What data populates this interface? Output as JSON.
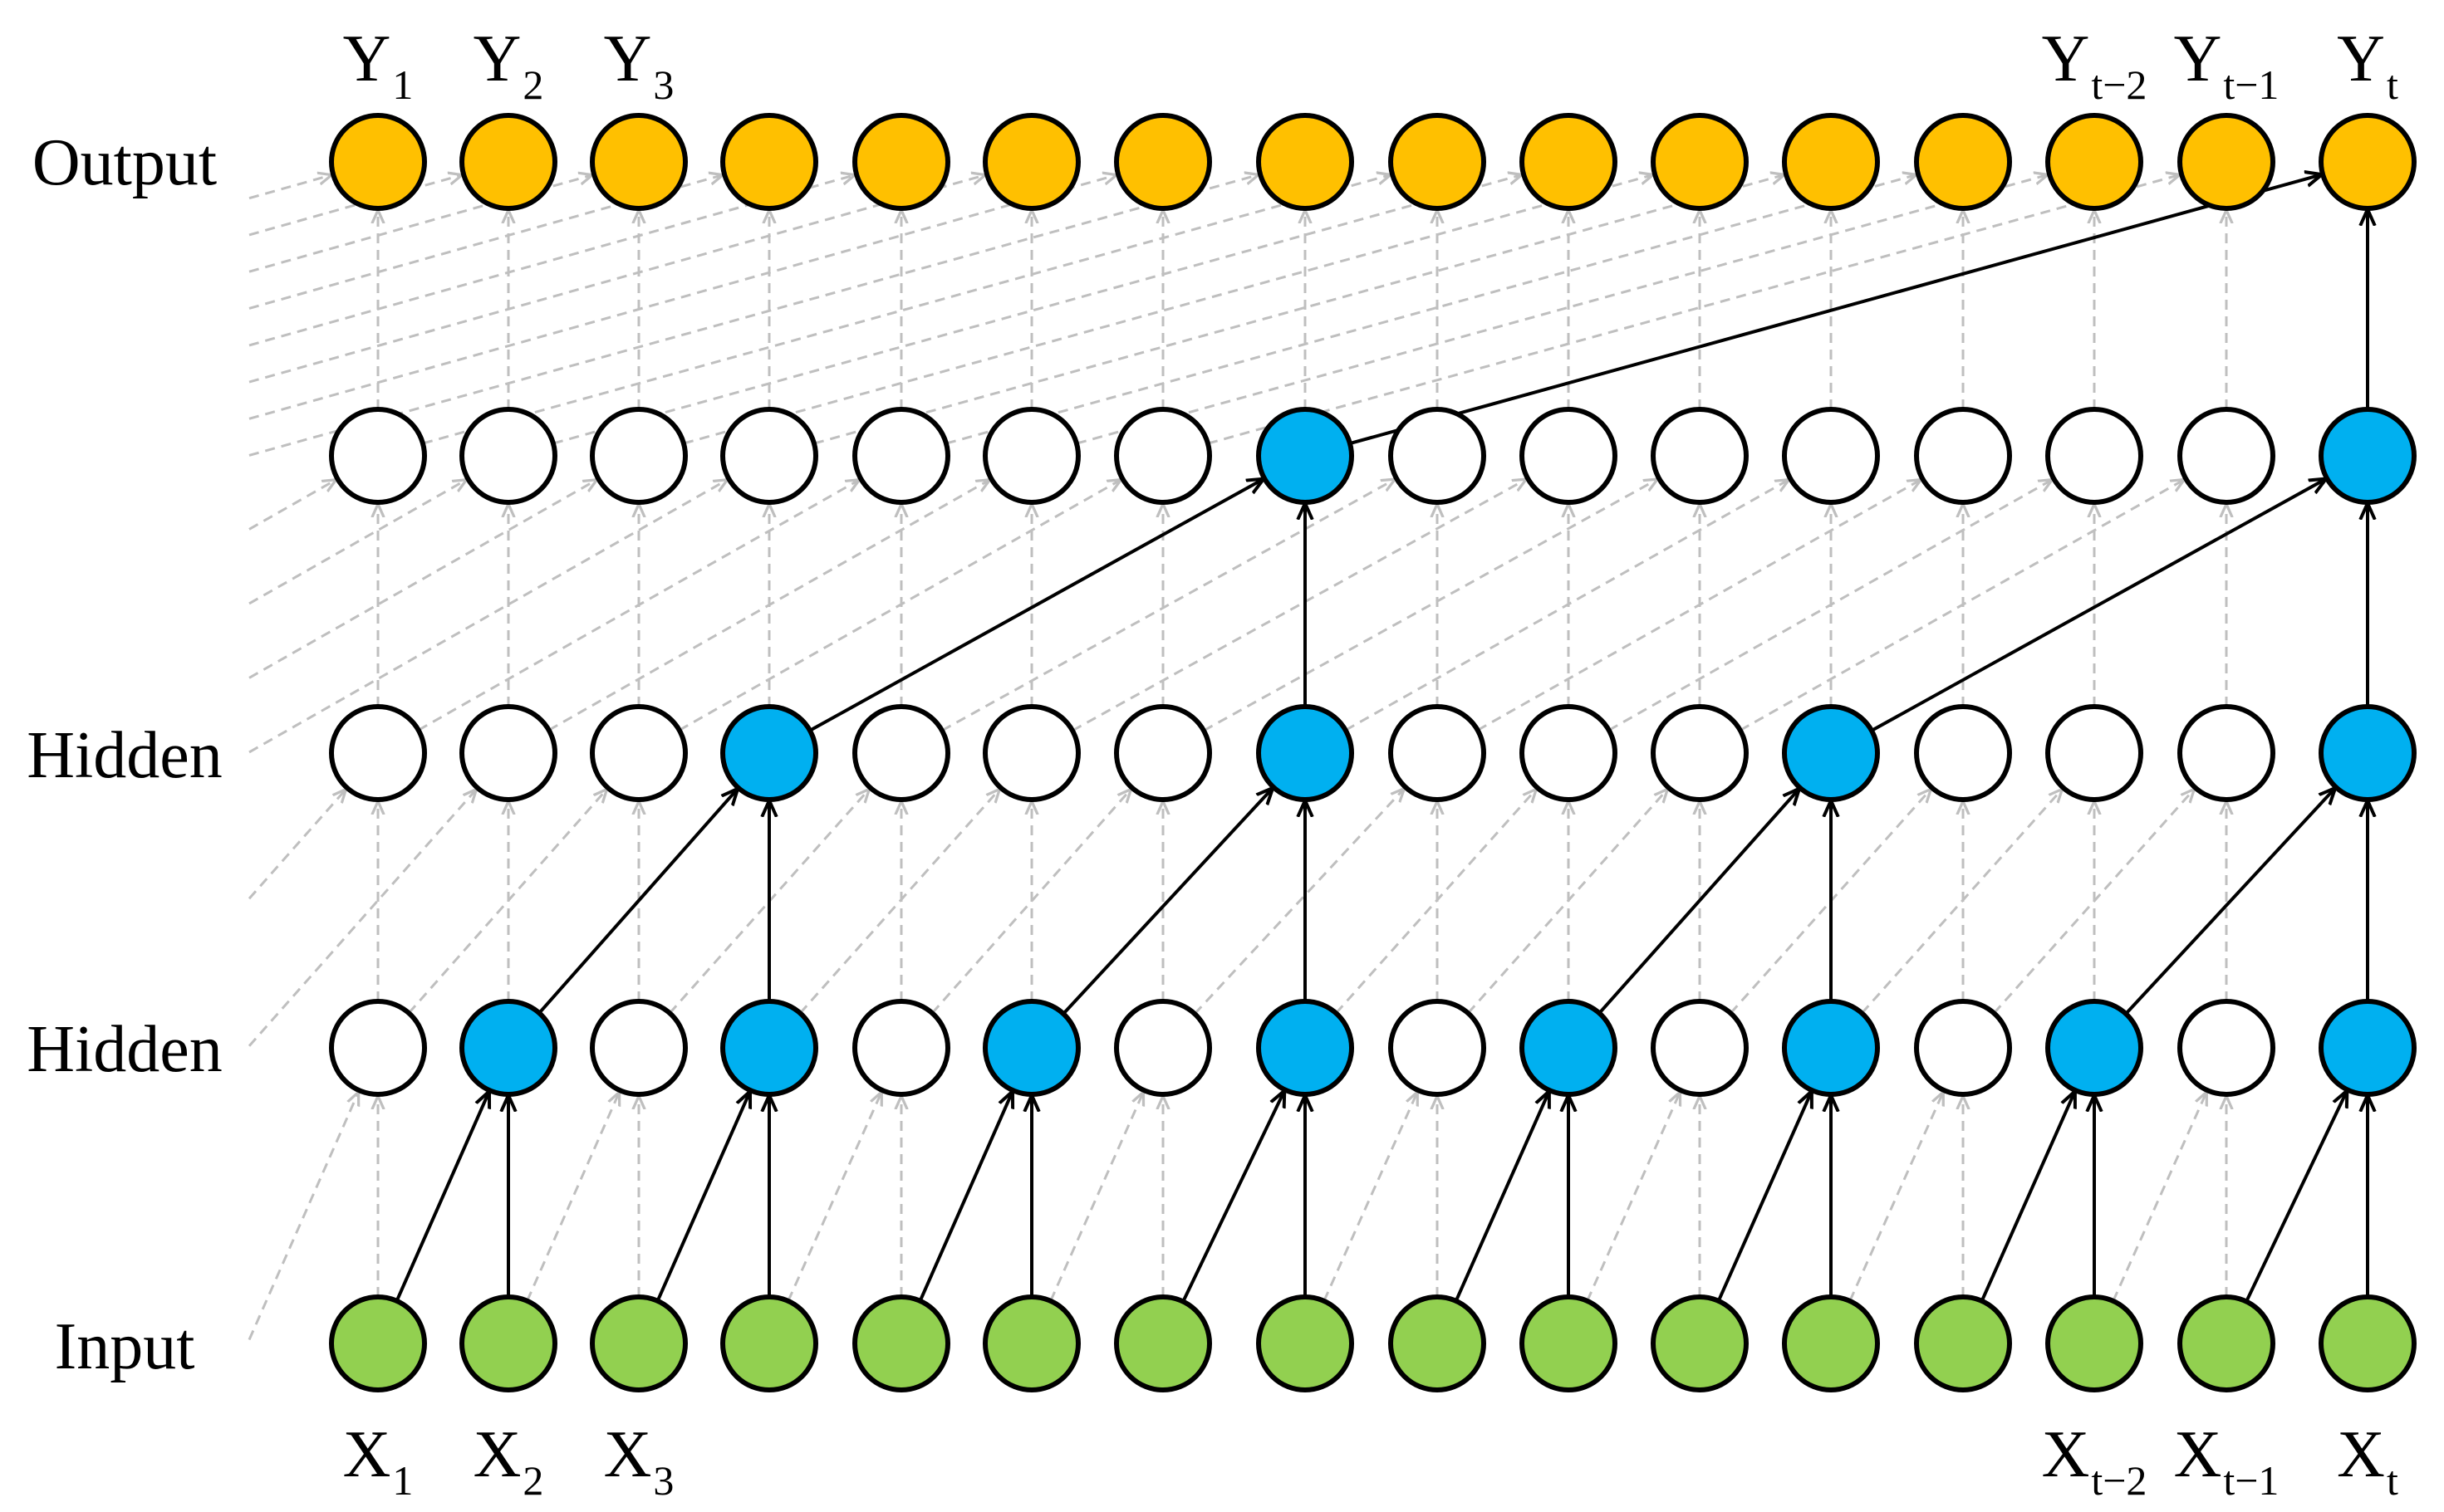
{
  "row_labels": {
    "output": "Output",
    "hidden_top": "Hidden",
    "hidden_bottom": "Hidden",
    "input": "Input"
  },
  "output_labels": [
    {
      "index": 0,
      "base": "Y",
      "sub": "1"
    },
    {
      "index": 1,
      "base": "Y",
      "sub": "2"
    },
    {
      "index": 2,
      "base": "Y",
      "sub": "3"
    },
    {
      "index": 13,
      "base": "Y",
      "sub": "t−2"
    },
    {
      "index": 14,
      "base": "Y",
      "sub": "t−1"
    },
    {
      "index": 15,
      "base": "Y",
      "sub": "t"
    }
  ],
  "input_labels": [
    {
      "index": 0,
      "base": "X",
      "sub": "1"
    },
    {
      "index": 1,
      "base": "X",
      "sub": "2"
    },
    {
      "index": 2,
      "base": "X",
      "sub": "3"
    },
    {
      "index": 13,
      "base": "X",
      "sub": "t−2"
    },
    {
      "index": 14,
      "base": "X",
      "sub": "t−1"
    },
    {
      "index": 15,
      "base": "X",
      "sub": "t"
    }
  ],
  "colors": {
    "output": "#FFC000",
    "active": "#00B0F0",
    "inactive": "#FFFFFF",
    "input": "#92D050",
    "stroke": "#000000",
    "inactive_edge": "#BFBFBF"
  },
  "network": {
    "columns": 16,
    "layers": [
      "input",
      "hidden_1",
      "hidden_2",
      "hidden_3",
      "output"
    ],
    "dilations": [
      1,
      2,
      4,
      8
    ],
    "active": {
      "hidden_1": [
        1,
        3,
        5,
        7,
        9,
        11,
        13,
        15
      ],
      "hidden_2": [
        3,
        7,
        11,
        15
      ],
      "hidden_3": [
        7,
        15
      ]
    },
    "paths": [
      {
        "from_layer": 0,
        "to_layer": 1,
        "pairs": [
          [
            0,
            1
          ],
          [
            1,
            1
          ],
          [
            2,
            3
          ],
          [
            3,
            3
          ],
          [
            4,
            5
          ],
          [
            5,
            5
          ],
          [
            6,
            7
          ],
          [
            7,
            7
          ],
          [
            8,
            9
          ],
          [
            9,
            9
          ],
          [
            10,
            11
          ],
          [
            11,
            11
          ],
          [
            12,
            13
          ],
          [
            13,
            13
          ],
          [
            14,
            15
          ],
          [
            15,
            15
          ]
        ]
      },
      {
        "from_layer": 1,
        "to_layer": 2,
        "pairs": [
          [
            1,
            3
          ],
          [
            3,
            3
          ],
          [
            5,
            7
          ],
          [
            7,
            7
          ],
          [
            9,
            11
          ],
          [
            11,
            11
          ],
          [
            13,
            15
          ],
          [
            15,
            15
          ]
        ]
      },
      {
        "from_layer": 2,
        "to_layer": 3,
        "pairs": [
          [
            3,
            7
          ],
          [
            7,
            7
          ],
          [
            11,
            15
          ],
          [
            15,
            15
          ]
        ]
      },
      {
        "from_layer": 3,
        "to_layer": 4,
        "pairs": [
          [
            7,
            15
          ],
          [
            15,
            15
          ]
        ]
      }
    ]
  }
}
